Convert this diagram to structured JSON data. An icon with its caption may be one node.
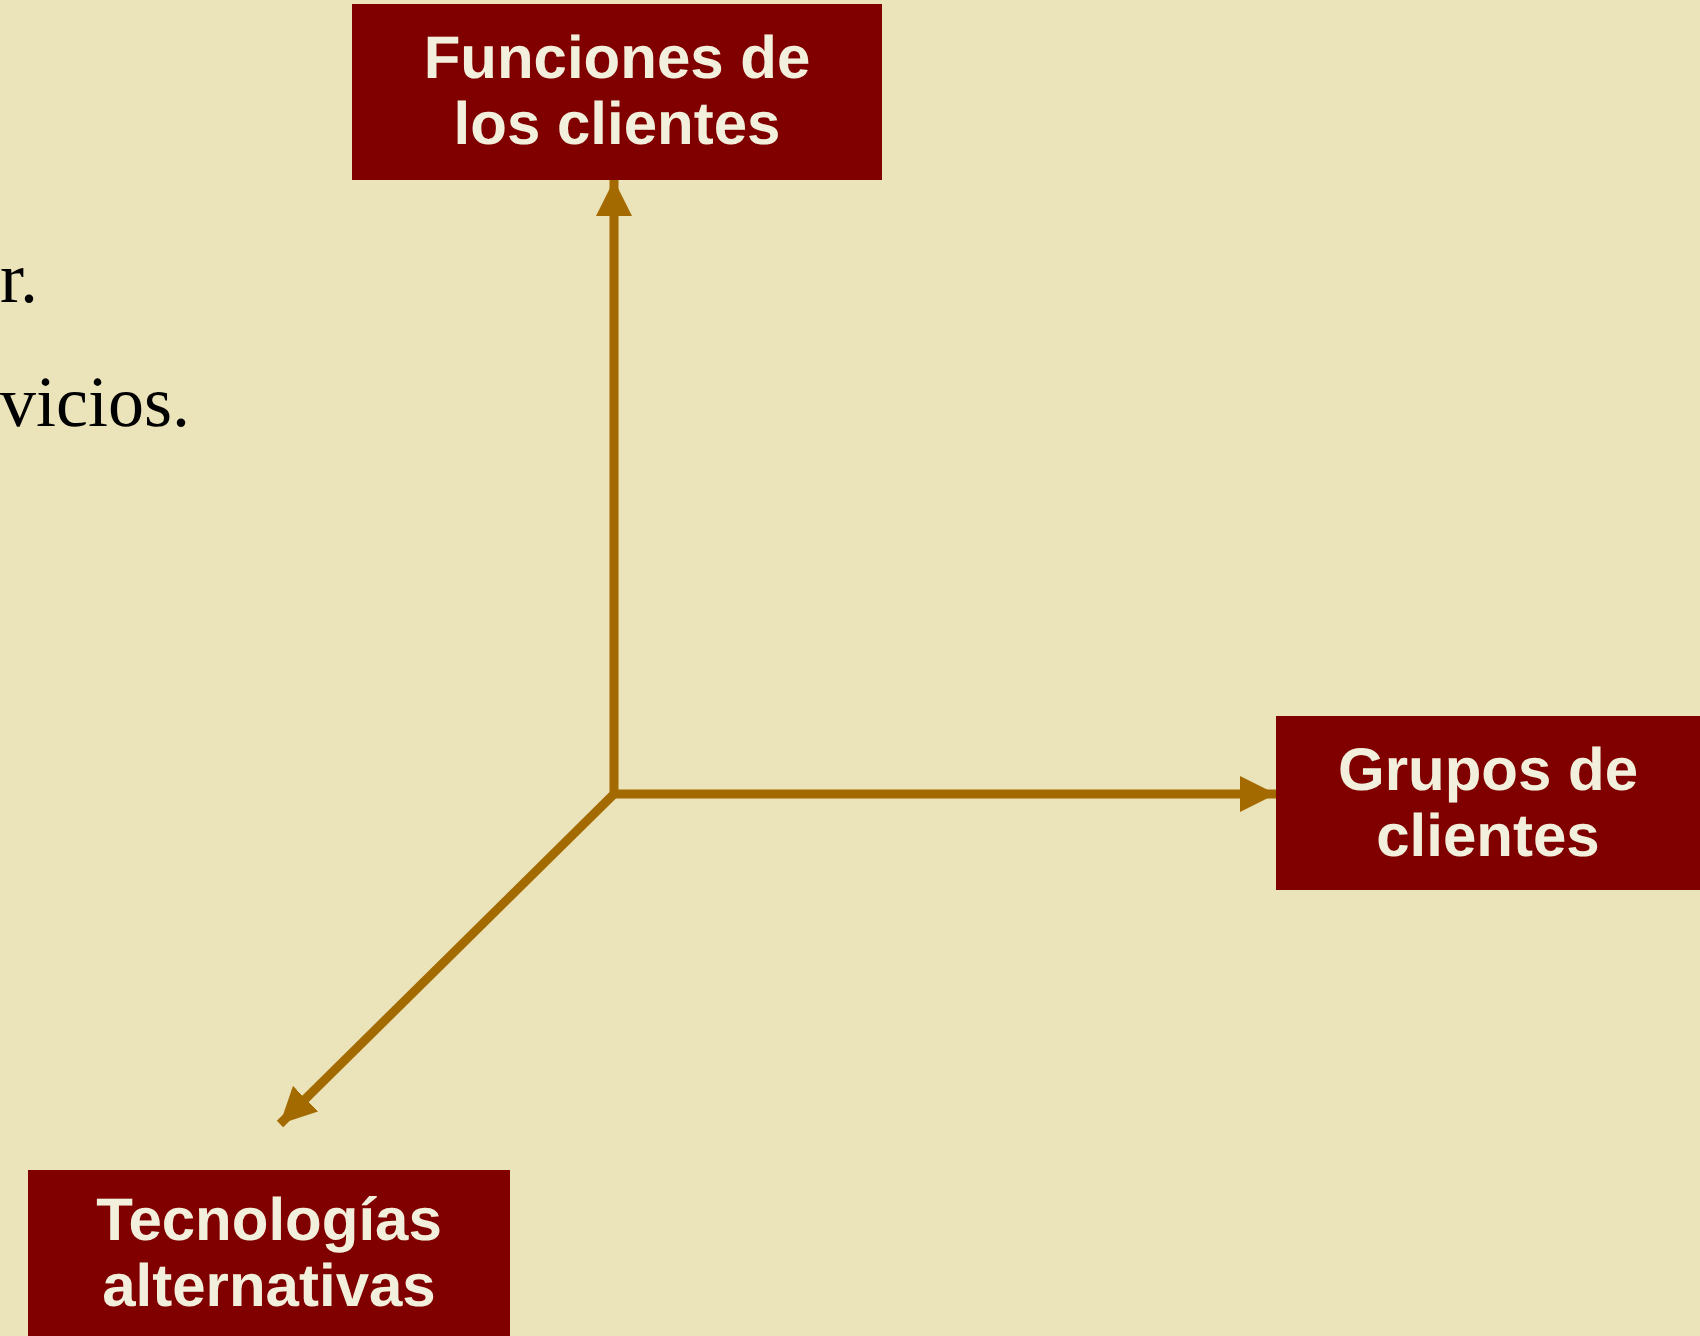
{
  "diagram": {
    "nodes": [
      {
        "text": [
          "Funciones de los clientes"
        ]
      },
      {
        "text": [
          "Grupos de clientes"
        ]
      },
      {
        "text": [
          "Tecnologías alternativas"
        ]
      }
    ],
    "edges": [
      {
        "from": null,
        "to": 0,
        "arrow": "to"
      },
      {
        "from": null,
        "to": 1,
        "arrow": "to"
      },
      {
        "from": null,
        "to": 2,
        "arrow": "to"
      }
    ],
    "labels": [
      "r.",
      "vicios."
    ]
  }
}
